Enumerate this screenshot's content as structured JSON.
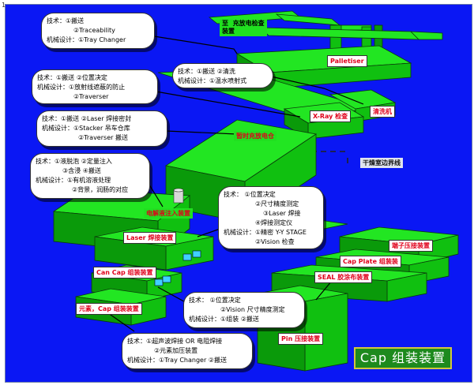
{
  "corner_mark": "1",
  "title": "Cap 组装装置",
  "station_labels": {
    "inspection_stage": "至  充放电检查\n装置",
    "palletiser": "Palletiser",
    "xray": "X-Ray 检查",
    "cleaning": "清洗机",
    "aging": "暂时充放电仓",
    "electrolyte": "电解液注入装置",
    "laser_weld": "Laser 焊接装置",
    "can_cap": "Can Cap 组装装置",
    "element_cap": "元素，Cap 组装装置",
    "tab_press": "端子压接装置",
    "cap_plate": "Cap Plate 组装装",
    "seal": "SEAL 胶涂布装置",
    "pin_press": "Pin 压接装置",
    "dry_room_note": "干燥室边界线"
  },
  "callouts": [
    {
      "id": "c1",
      "lines": [
        "技术：①搬送",
        "②Traceability",
        "机械设计：①Tray Changer"
      ]
    },
    {
      "id": "c2",
      "lines": [
        "技术：①搬送  ②清洗",
        "机械设计：①温水喷射式"
      ]
    },
    {
      "id": "c3",
      "lines": [
        "技术：①搬送  ②位置决定",
        "机械设计：①放射线遮蔽的防止",
        "②Traverser"
      ]
    },
    {
      "id": "c4",
      "lines": [
        "技术：①搬送  ②Laser 焊接密封",
        "机械设计：①Stacker 吊车仓库",
        "②Traverser 搬送"
      ]
    },
    {
      "id": "c5",
      "lines": [
        "技术：①液脱泡  ②定量注入",
        "③含浸    ④搬送",
        "机械设计：①有机溶液处理",
        "②背景，润肠的对应"
      ]
    },
    {
      "id": "c6",
      "lines": [
        "技术：  ①位置决定",
        "②尺寸精度测定",
        "③Laser 焊接",
        "④焊接测定仪",
        "机械设计：①精密 Y-Y STAGE",
        "②Vision 检查"
      ]
    },
    {
      "id": "c7",
      "lines": [
        "技术：  ①位置决定",
        "②Vision 尺寸精度测定",
        "机械设计：①组装  ②搬送"
      ]
    },
    {
      "id": "c8",
      "lines": [
        "技术：①超声波焊接 OR 电阻焊接",
        "②元素加压装置",
        "机械设计：①Tray Changer  ②搬送"
      ]
    }
  ]
}
